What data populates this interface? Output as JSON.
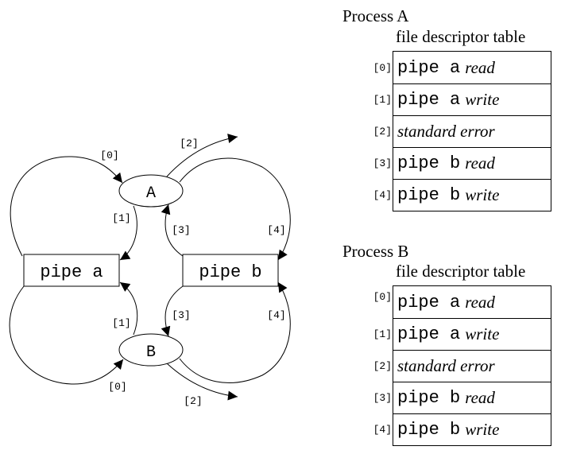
{
  "diagram": {
    "nodes": {
      "process_a": "A",
      "process_b": "B",
      "pipe_a": "pipe a",
      "pipe_b": "pipe b"
    },
    "edges": [
      {
        "from": "pipe a",
        "to": "A",
        "label": "[0]"
      },
      {
        "from": "A",
        "to": "pipe a",
        "label": "[1]"
      },
      {
        "from": "A",
        "to": "outside",
        "label": "[2]"
      },
      {
        "from": "pipe b",
        "to": "A",
        "label": "[3]"
      },
      {
        "from": "A",
        "to": "pipe b",
        "label": "[4]"
      },
      {
        "from": "pipe a",
        "to": "B",
        "label": "[0]"
      },
      {
        "from": "B",
        "to": "pipe a",
        "label": "[1]"
      },
      {
        "from": "B",
        "to": "outside",
        "label": "[2]"
      },
      {
        "from": "pipe b",
        "to": "B",
        "label": "[3]"
      },
      {
        "from": "B",
        "to": "pipe b",
        "label": "[4]"
      }
    ]
  },
  "process_a": {
    "title": "Process A",
    "subtitle": "file descriptor table",
    "rows": [
      {
        "index": "[0]",
        "pipe": "pipe a",
        "mode": "read"
      },
      {
        "index": "[1]",
        "pipe": "pipe a",
        "mode": "write"
      },
      {
        "index": "[2]",
        "pipe": "",
        "mode": "",
        "text": "standard error"
      },
      {
        "index": "[3]",
        "pipe": "pipe b",
        "mode": "read"
      },
      {
        "index": "[4]",
        "pipe": "pipe b",
        "mode": "write"
      }
    ]
  },
  "process_b": {
    "title": "Process B",
    "subtitle": "file descriptor table",
    "rows": [
      {
        "index": "[0]",
        "pipe": "pipe a",
        "mode": "read"
      },
      {
        "index": "[1]",
        "pipe": "pipe a",
        "mode": "write"
      },
      {
        "index": "[2]",
        "pipe": "",
        "mode": "",
        "text": "standard error"
      },
      {
        "index": "[3]",
        "pipe": "pipe b",
        "mode": "read"
      },
      {
        "index": "[4]",
        "pipe": "pipe b",
        "mode": "write"
      }
    ]
  }
}
